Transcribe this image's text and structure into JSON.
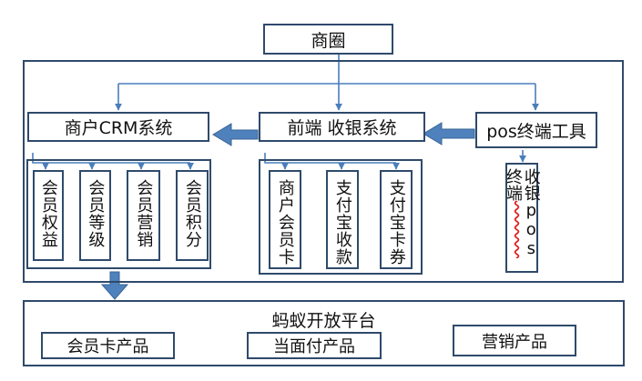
{
  "top": {
    "label": "商圈"
  },
  "crm": {
    "label": "商户CRM系统",
    "items": [
      "会员权益",
      "会员等级",
      "会员营销",
      "会员积分"
    ]
  },
  "cashier": {
    "label": "前端 收银系统",
    "items": [
      "商户会员卡",
      "支付宝收款",
      "支付宝卡券"
    ]
  },
  "pos": {
    "label": "pos终端工具",
    "terminal": "收银pos终端"
  },
  "platform": {
    "title": "蚂蚁开放平台",
    "products": [
      "会员卡产品",
      "当面付产品",
      "营销产品"
    ]
  },
  "colors": {
    "border": "#2f4a6b",
    "connector": "#4a7ebb",
    "arrow_fill": "#4f81bd",
    "arrow_edge": "#3a6496"
  }
}
